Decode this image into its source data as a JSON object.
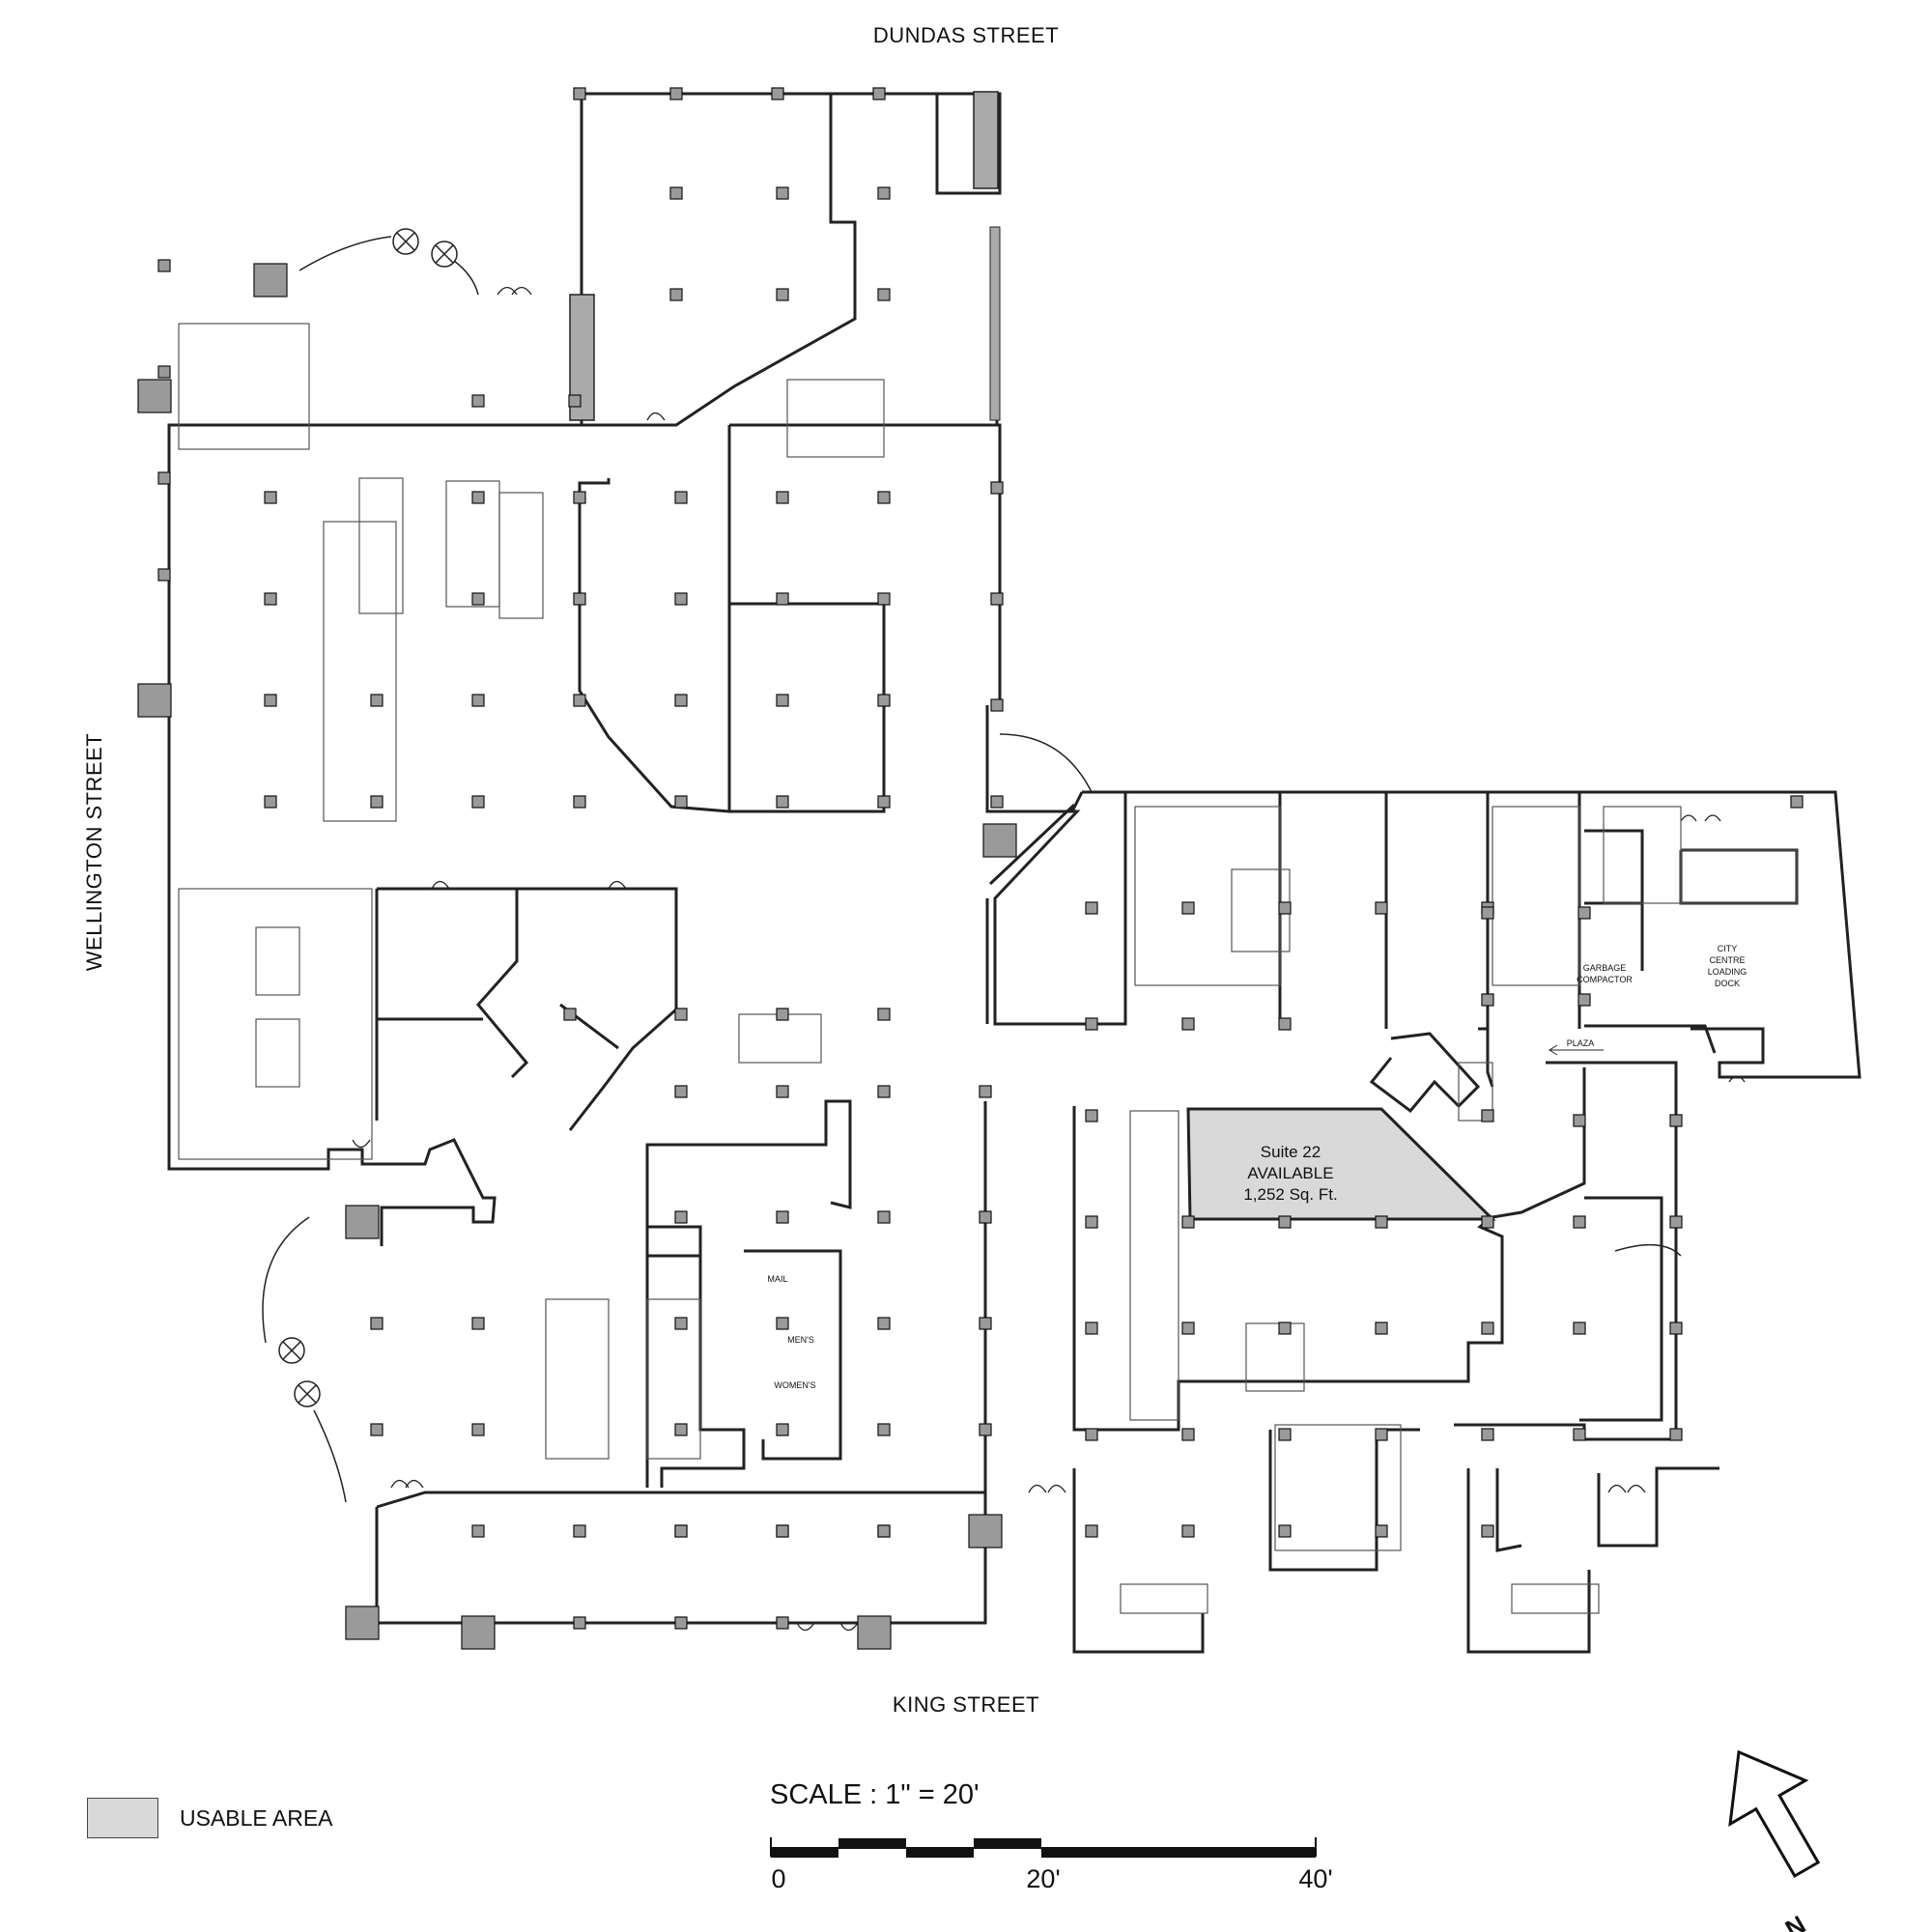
{
  "streets": {
    "north": "DUNDAS STREET",
    "south": "KING STREET",
    "west": "WELLINGTON STREET"
  },
  "suite": {
    "name": "Suite 22",
    "status": "AVAILABLE",
    "area": "1,252 Sq. Ft."
  },
  "rooms": {
    "mail": "MAIL",
    "mens": "MEN'S",
    "womens": "WOMEN'S",
    "garbage_line1": "GARBAGE",
    "garbage_line2": "COMPACTOR",
    "dock_line1": "CITY",
    "dock_line2": "CENTRE",
    "dock_line3": "LOADING",
    "dock_line4": "DOCK",
    "plaza": "PLAZA"
  },
  "legend": {
    "label": "USABLE AREA",
    "color": "#d9d9d9"
  },
  "scale": {
    "title": "SCALE : 1\" = 20'",
    "ticks": [
      "0",
      "20'",
      "40'"
    ]
  },
  "compass": {
    "label": "N",
    "icon": "north-arrow-icon"
  },
  "colors": {
    "walls": "#222222",
    "columns": "#9a9a9a",
    "usable_area": "#d9d9d9"
  }
}
